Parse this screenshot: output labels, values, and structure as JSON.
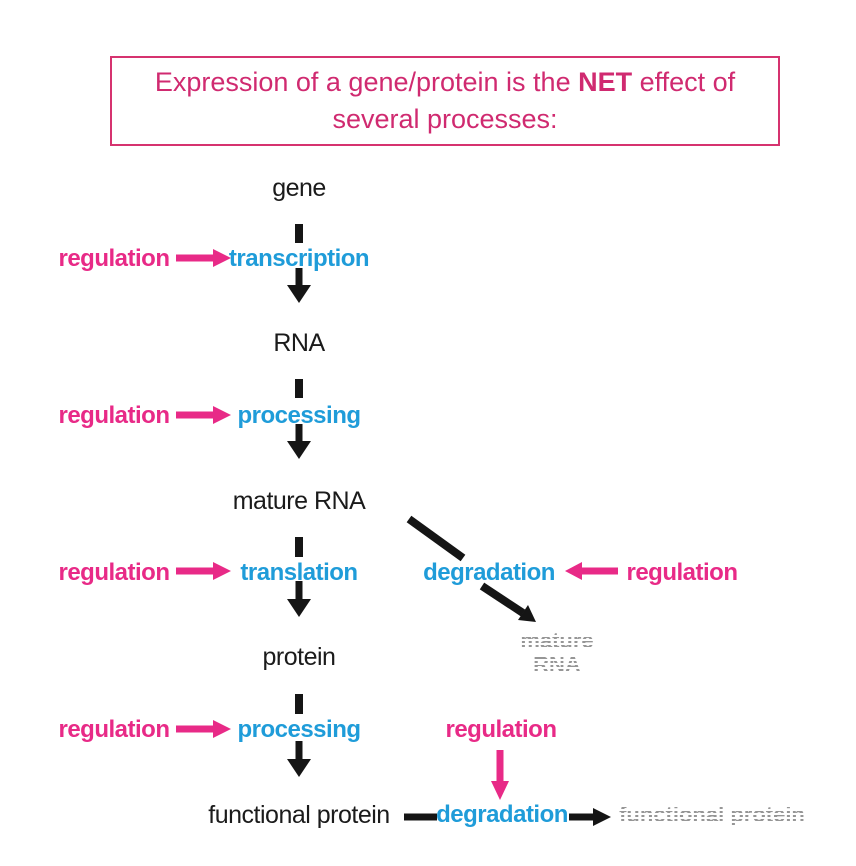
{
  "title": {
    "pre": "Expression of a gene/protein is the ",
    "bold": "NET",
    "post": " effect of several processes:"
  },
  "colors": {
    "title_pink": "#d02a70",
    "border_pink": "#d6336f",
    "label_pink": "#e82a87",
    "process_blue": "#1f9cd9",
    "arrow_black": "#151515",
    "degraded_gray": "#969696"
  },
  "flow": {
    "nodes": {
      "gene": "gene",
      "rna": "RNA",
      "mature_rna": "mature RNA",
      "protein": "protein",
      "functional_protein": "functional protein"
    },
    "steps": {
      "transcription": "transcription",
      "rna_processing": "processing",
      "translation": "translation",
      "protein_processing": "processing"
    },
    "regulation": "regulation",
    "degradation": {
      "rna": {
        "label": "degradation",
        "product_line1": "mature",
        "product_line2": "RNA"
      },
      "protein": {
        "label": "degradation",
        "product": "functional protein"
      }
    }
  }
}
